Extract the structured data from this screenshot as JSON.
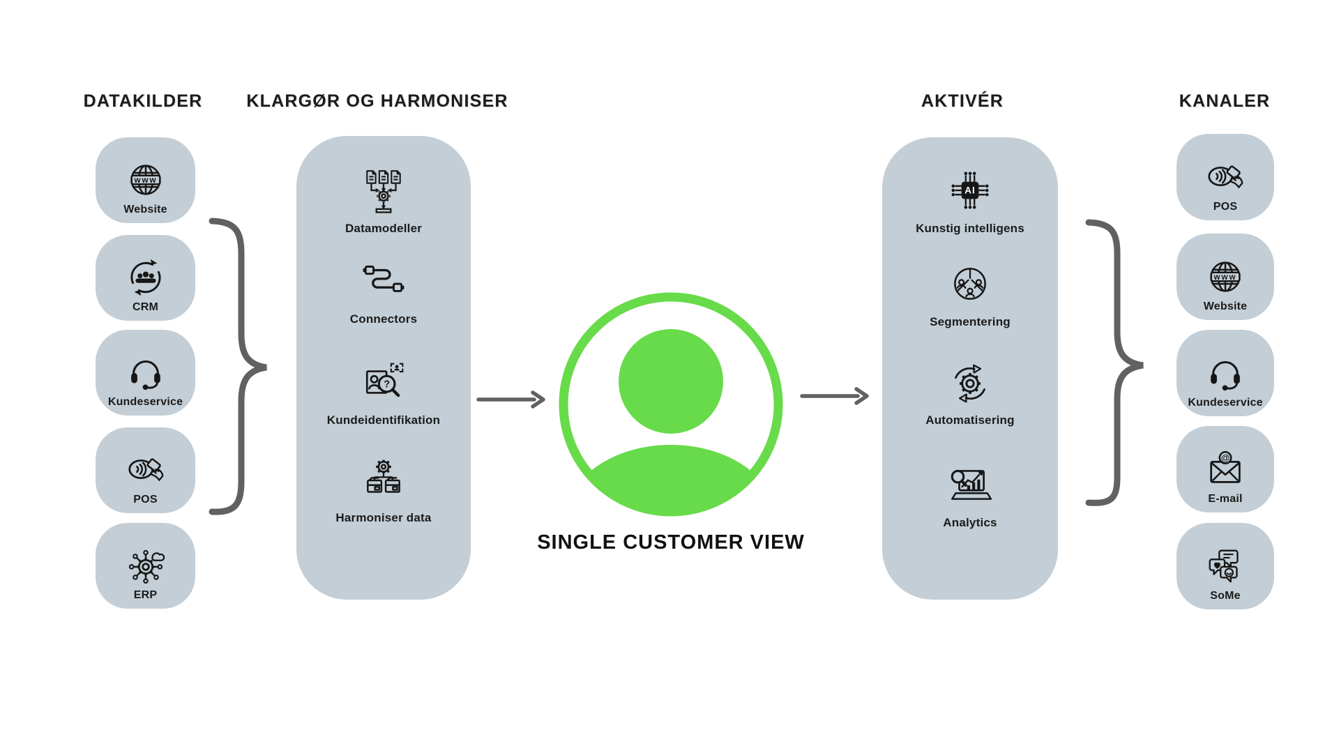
{
  "headers": {
    "datakilder": "DATAKILDER",
    "klargor": "KLARGØR OG HARMONISER",
    "aktiver": "AKTIVÉR",
    "kanaler": "KANALER"
  },
  "center": {
    "title": "SINGLE CUSTOMER VIEW",
    "icon": "person-avatar-icon"
  },
  "datakilder": {
    "items": [
      {
        "label": "Website",
        "icon": "globe-www-icon"
      },
      {
        "label": "CRM",
        "icon": "crm-sync-people-icon"
      },
      {
        "label": "Kundeservice",
        "icon": "headset-icon"
      },
      {
        "label": "POS",
        "icon": "contactless-payment-icon"
      },
      {
        "label": "ERP",
        "icon": "erp-network-cloud-icon"
      }
    ]
  },
  "klargor": {
    "items": [
      {
        "label": "Datamodeller",
        "icon": "data-models-icon"
      },
      {
        "label": "Connectors",
        "icon": "connector-cable-icon"
      },
      {
        "label": "Kundeidentifikation",
        "icon": "customer-identification-icon"
      },
      {
        "label": "Harmoniser data",
        "icon": "harmonize-data-icon"
      }
    ]
  },
  "aktiver": {
    "items": [
      {
        "label": "Kunstig intelligens",
        "icon": "ai-chip-icon"
      },
      {
        "label": "Segmentering",
        "icon": "segmentation-pie-people-icon"
      },
      {
        "label": "Automatisering",
        "icon": "automation-gear-arrows-icon"
      },
      {
        "label": "Analytics",
        "icon": "analytics-laptop-chart-icon"
      }
    ]
  },
  "kanaler": {
    "items": [
      {
        "label": "POS",
        "icon": "contactless-payment-icon"
      },
      {
        "label": "Website",
        "icon": "globe-www-icon"
      },
      {
        "label": "Kundeservice",
        "icon": "headset-icon"
      },
      {
        "label": "E-mail",
        "icon": "email-at-icon"
      },
      {
        "label": "SoMe",
        "icon": "social-media-bubbles-icon"
      }
    ]
  },
  "icons": {
    "globe_text": "www",
    "ai_text": "AI",
    "email_at": "@",
    "id_question": "?"
  },
  "colors": {
    "panel": "#c3ced6",
    "green": "#67db4a",
    "text": "#1b1b1b",
    "line": "#616161"
  }
}
